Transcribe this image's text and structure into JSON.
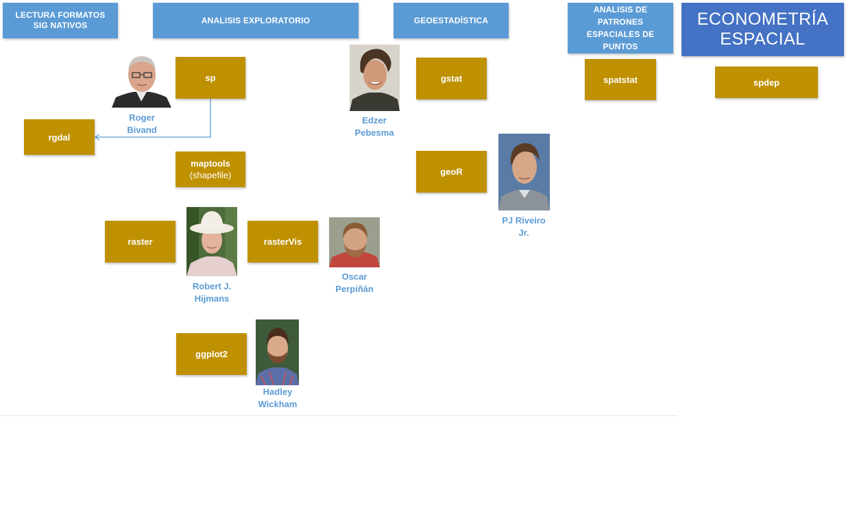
{
  "headers": {
    "lectura": "LECTURA FORMATOS\nSIG NATIVOS",
    "exploratorio": "ANALISIS EXPLORATORIO",
    "geoestadistica": "GEOESTADÍSTICA",
    "patrones": "ANALISIS DE\nPATRONES\nESPACIALES DE\nPUNTOS",
    "econometria": "ECONOMETRÍA\nESPACIAL"
  },
  "packages": {
    "sp": "sp",
    "rgdal": "rgdal",
    "maptools": "maptools",
    "maptools_sub": "(shapefile)",
    "raster": "raster",
    "rastervis": "rasterVis",
    "ggplot2": "ggplot2",
    "gstat": "gstat",
    "geor": "geoR",
    "spatstat": "spatstat",
    "spdep": "spdep"
  },
  "people": {
    "roger": "Roger\nBivand",
    "edzer": "Edzer\nPebesma",
    "pj": "PJ Riveiro\nJr.",
    "robert": "Robert J.\nHijmans",
    "oscar": "Oscar\nPerpiñán",
    "hadley": "Hadley\nWickham"
  },
  "colors": {
    "header_blue": "#5b9bd5",
    "header_dark_blue": "#4472c4",
    "package_gold": "#bf9000",
    "name_text": "#5b9bd5"
  }
}
